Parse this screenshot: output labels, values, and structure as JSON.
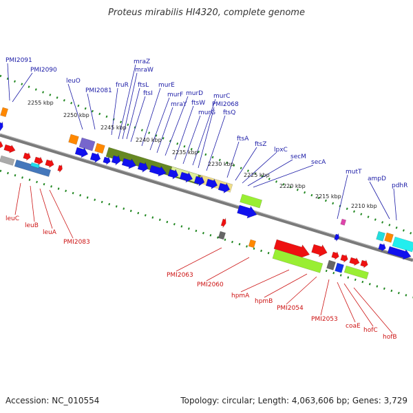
{
  "title": "Proteus mirabilis HI4320, complete genome",
  "accession": "Accession: NC_010554",
  "stats": "Topology: circular; Length: 4,063,606 bp; Genes: 3,729",
  "colors": {
    "label_top": "#1a1aa6",
    "label_bottom": "#cc1111",
    "backbone": "#888888",
    "dots": "#228822"
  },
  "ticks": [
    "2255 kbp",
    "2250 kbp",
    "2245 kbp",
    "2240 kbp",
    "2235 kbp",
    "2230 kbp",
    "2225 kbp",
    "2220 kbp",
    "2215 kbp",
    "2210 kbp"
  ],
  "top_labels": [
    "PMI2091",
    "PMI2090",
    "leuO",
    "PMI2081",
    "fruR",
    "mraZ",
    "mraW",
    "ftsL",
    "ftsI",
    "murE",
    "murF",
    "mraY",
    "murD",
    "ftsW",
    "murG",
    "murC",
    "PMI2068",
    "ftsQ",
    "ftsA",
    "ftsZ",
    "lpxC",
    "secM",
    "secA",
    "mutT",
    "ampD",
    "pdhR"
  ],
  "bottom_labels": [
    "leuC",
    "leuB",
    "leuA",
    "PMI2083",
    "PMI2063",
    "PMI2060",
    "hpmA",
    "hpmB",
    "PMI2054",
    "PMI2053",
    "coaE",
    "hofC",
    "hofB"
  ]
}
